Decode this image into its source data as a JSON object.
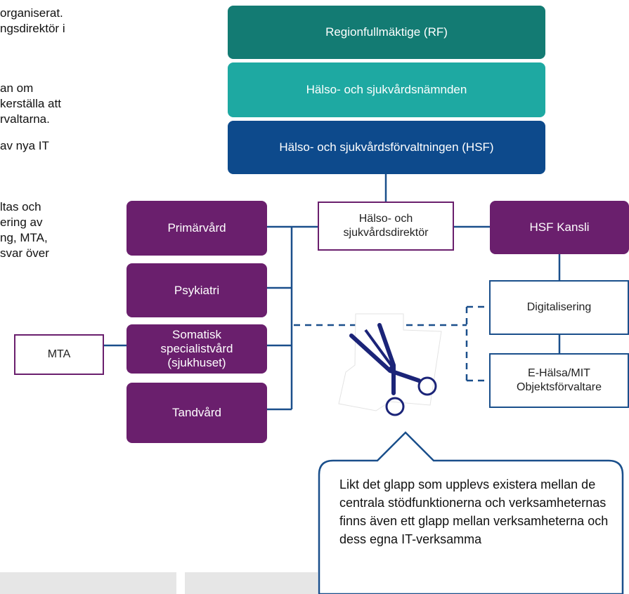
{
  "left_text": [
    "organiserat.",
    "ngsdirektör i",
    "",
    "an om",
    "kerställa att",
    "rvaltarna.",
    "av nya IT",
    "",
    "ltas och",
    "ering av",
    "ng, MTA,",
    "svar över"
  ],
  "org": {
    "rf": "Regionfullmäktige (RF)",
    "hsn": "Hälso- och sjukvårdsnämnden",
    "hsf": "Hälso- och sjukvårdsförvaltningen (HSF)",
    "director": "Hälso- och sjukvårdsdirektör",
    "primary_care": "Primärvård",
    "psychiatry": "Psykiatri",
    "somatic": "Somatisk specialistvård (sjukhuset)",
    "dental": "Tandvård",
    "mta": "MTA",
    "hsf_office": "HSF Kansli",
    "digitalisation": "Digitalisering",
    "ehealth": "E-Hälsa/MIT Objektsförvaltare"
  },
  "colors": {
    "rf": "#137b73",
    "hsn": "#1ea9a2",
    "hsf": "#0d4a8c",
    "purple": "#6a1f6d",
    "line": "#1a4f8b"
  },
  "callout": {
    "text": "Likt det glapp som upplevs existera mellan de centrala stödfunktionerna och verksamheternas finns även ett glapp mellan verksamheterna och dess egna IT-verksamma"
  }
}
